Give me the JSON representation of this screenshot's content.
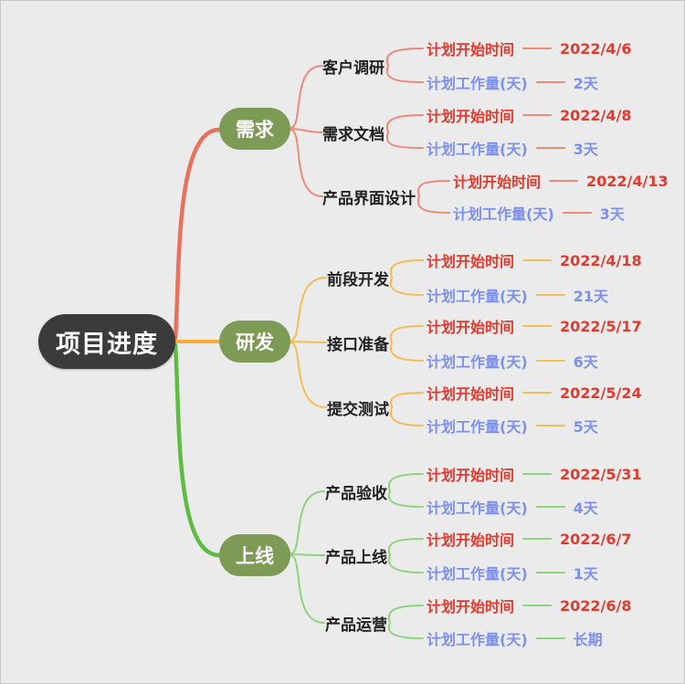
{
  "root": {
    "label": "项目进度"
  },
  "leaf_labels": {
    "start": "计划开始时间",
    "workload": "计划工作量(天)"
  },
  "branches": [
    {
      "label": "需求",
      "branch_color": "#e8705c",
      "line_color": "#ee8a79",
      "children": [
        {
          "label": "客户调研",
          "start": "2022/4/6",
          "workload": "2天"
        },
        {
          "label": "需求文档",
          "start": "2022/4/8",
          "workload": "3天"
        },
        {
          "label": "产品界面设计",
          "start": "2022/4/13",
          "workload": "3天"
        }
      ]
    },
    {
      "label": "研发",
      "branch_color": "#f7ad33",
      "line_color": "#f6bd55",
      "children": [
        {
          "label": "前段开发",
          "start": "2022/4/18",
          "workload": "21天"
        },
        {
          "label": "接口准备",
          "start": "2022/5/17",
          "workload": "6天"
        },
        {
          "label": "提交测试",
          "start": "2022/5/24",
          "workload": "5天"
        }
      ]
    },
    {
      "label": "上线",
      "branch_color": "#5fbc43",
      "line_color": "#90d37f",
      "children": [
        {
          "label": "产品验收",
          "start": "2022/5/31",
          "workload": "4天"
        },
        {
          "label": "产品上线",
          "start": "2022/6/7",
          "workload": "1天"
        },
        {
          "label": "产品运营",
          "start": "2022/6/8",
          "workload": "长期"
        }
      ]
    }
  ],
  "colors": {
    "background": "#ebebeb",
    "root_fill": "#3b3b3b",
    "branch_node_fill": "#7d9b54",
    "topic_text": "#212121",
    "date_text": "#e43a2e",
    "workload_text": "#7c90ee"
  }
}
